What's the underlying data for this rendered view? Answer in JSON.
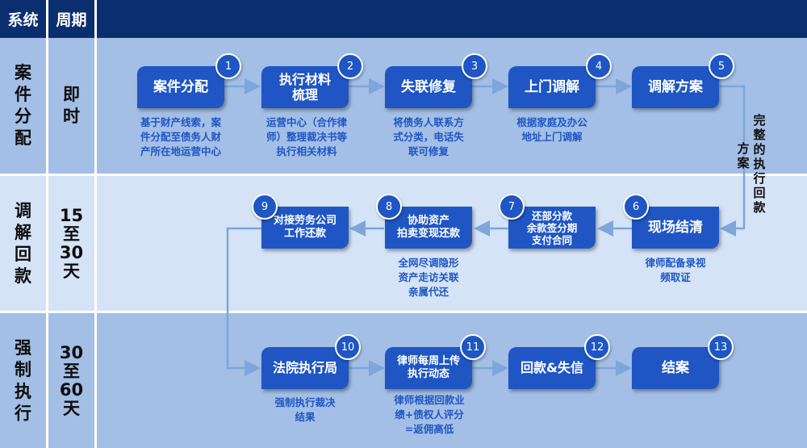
{
  "header": {
    "system": "系统",
    "period": "周期"
  },
  "rows": [
    {
      "stage": "案\n件\n分\n配",
      "period": "即\n时"
    },
    {
      "stage": "调\n解\n回\n款",
      "period": "15\n至\n30\n天"
    },
    {
      "stage": "强\n制\n执\n行",
      "period": "30\n至\n60\n天"
    }
  ],
  "steps": [
    {
      "num": "1",
      "label": "案件分配",
      "desc": "基于财产线索，案\n件分配至债务人财\n产所在地运营中心"
    },
    {
      "num": "2",
      "label": "执行材料\n梳理",
      "desc": "运营中心（合作律\n师）整理裁决书等\n执行相关材料"
    },
    {
      "num": "3",
      "label": "失联修复",
      "desc": "将债务人联系方\n式分类，电话失\n联可修复"
    },
    {
      "num": "4",
      "label": "上门调解",
      "desc": "根据家庭及办公\n地址上门调解"
    },
    {
      "num": "5",
      "label": "调解方案",
      "desc": ""
    },
    {
      "num": "6",
      "label": "现场结清",
      "desc": "律师配备录视\n频取证"
    },
    {
      "num": "7",
      "label": "还部分款\n余款签分期\n支付合同",
      "desc": ""
    },
    {
      "num": "8",
      "label": "协助资产\n拍卖变现还款",
      "desc": "全网尽调隐形\n资产走访关联\n亲属代还"
    },
    {
      "num": "9",
      "label": "对接劳务公司\n工作还款",
      "desc": ""
    },
    {
      "num": "10",
      "label": "法院执行局",
      "desc": "强制执行裁决\n结果"
    },
    {
      "num": "11",
      "label": "律师每周上传\n执行动态",
      "desc": "律师根据回款业\n绩+债权人评分\n=返佣高低"
    },
    {
      "num": "12",
      "label": "回款&失信",
      "desc": ""
    },
    {
      "num": "13",
      "label": "结案",
      "desc": ""
    }
  ],
  "side_note": {
    "line1": "完\n整\n的\n执\n行\n回\n款",
    "line2": "方\n案"
  },
  "colors": {
    "header": "#0b2e6e",
    "row_dark": "#a3bfe6",
    "row_light": "#d4e3f6",
    "box": "#1f56c4",
    "arrow": "#7ea6da"
  }
}
